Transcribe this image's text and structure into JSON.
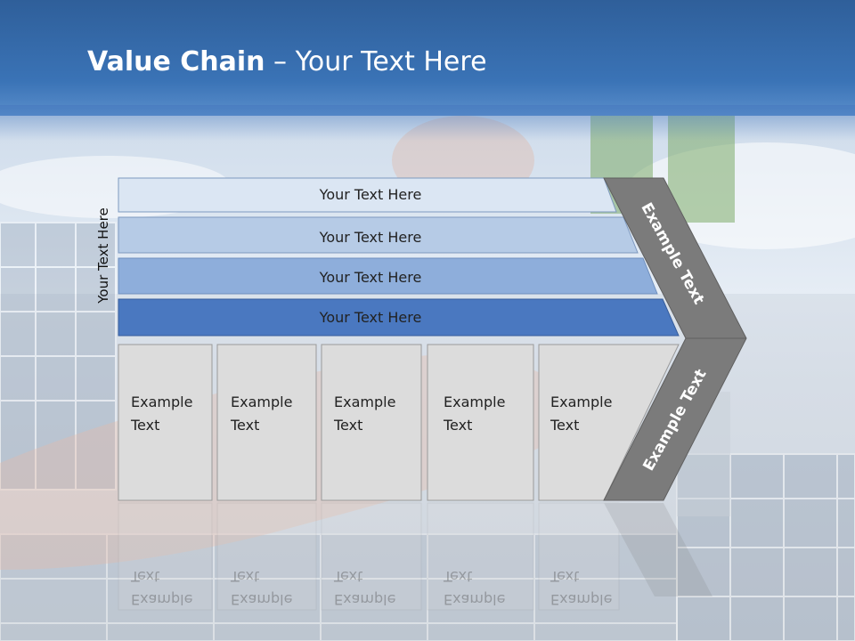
{
  "title": {
    "bold": "Value Chain",
    "rest": " – Your Text Here"
  },
  "side_label": "Your Text Here",
  "bands": [
    {
      "label": "Your Text Here"
    },
    {
      "label": "Your Text Here"
    },
    {
      "label": "Your Text Here"
    },
    {
      "label": "Your Text Here"
    }
  ],
  "columns": [
    {
      "line1": "Example",
      "line2": "Text"
    },
    {
      "line1": "Example",
      "line2": "Text"
    },
    {
      "line1": "Example",
      "line2": "Text"
    },
    {
      "line1": "Example",
      "line2": "Text"
    },
    {
      "line1": "Example",
      "line2": "Text"
    }
  ],
  "chevron": {
    "top_label": "Example Text",
    "bottom_label": "Example Text"
  },
  "colors": {
    "band1": "#dbe6f3",
    "band2": "#b6cbe6",
    "band3": "#8eaedb",
    "band4": "#4a78c0",
    "column_fill": "#dcdcdc",
    "chevron_fill": "#7b7b7b",
    "header": "#3a73b6"
  }
}
